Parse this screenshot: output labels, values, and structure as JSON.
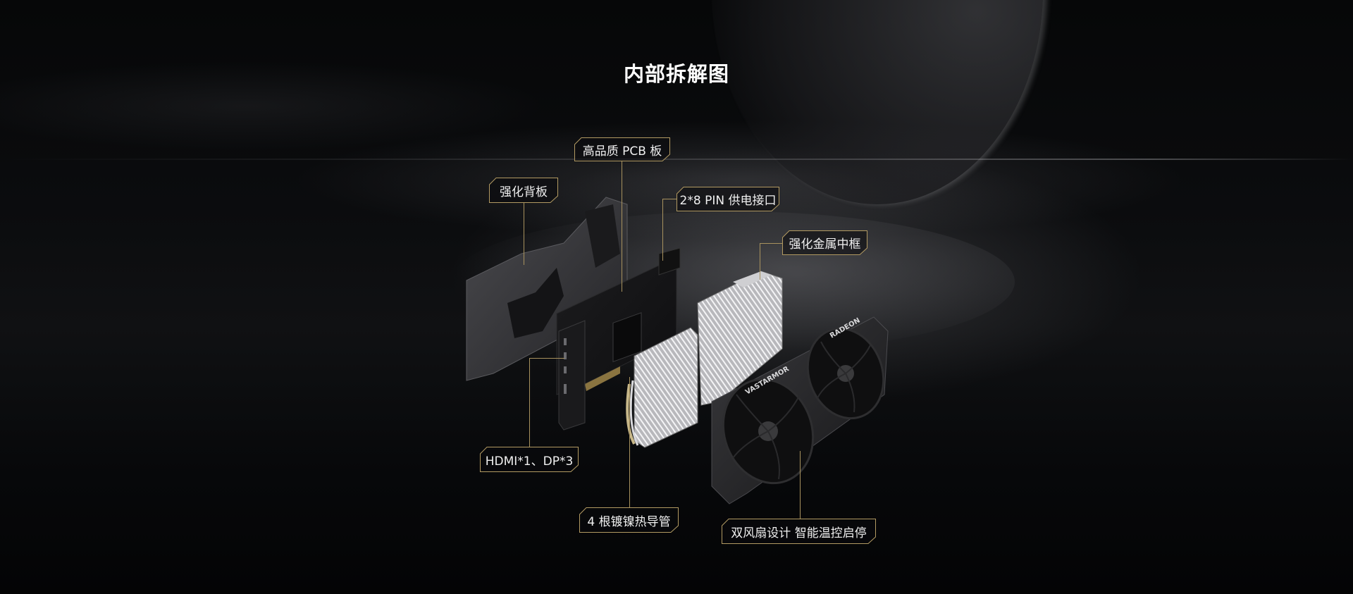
{
  "page": {
    "title": "内部拆解图"
  },
  "colors": {
    "background": "#050607",
    "callout_border": "#b29a62",
    "leader_line": "#a8925e",
    "text": "#f0f0f0"
  },
  "callouts": [
    {
      "id": "pcb",
      "label": "高品质 PCB 板"
    },
    {
      "id": "backplate",
      "label": "强化背板"
    },
    {
      "id": "power",
      "label": "2*8 PIN 供电接口"
    },
    {
      "id": "frame",
      "label": "强化金属中框"
    },
    {
      "id": "ports",
      "label": "HDMI*1、DP*3"
    },
    {
      "id": "heatpipes",
      "label": "4 根镀镍热导管"
    },
    {
      "id": "fans",
      "label": "双风扇设计 智能温控启停"
    }
  ],
  "product": {
    "brand_text": "VASTARMOR",
    "gpu_text": "RADEON"
  }
}
